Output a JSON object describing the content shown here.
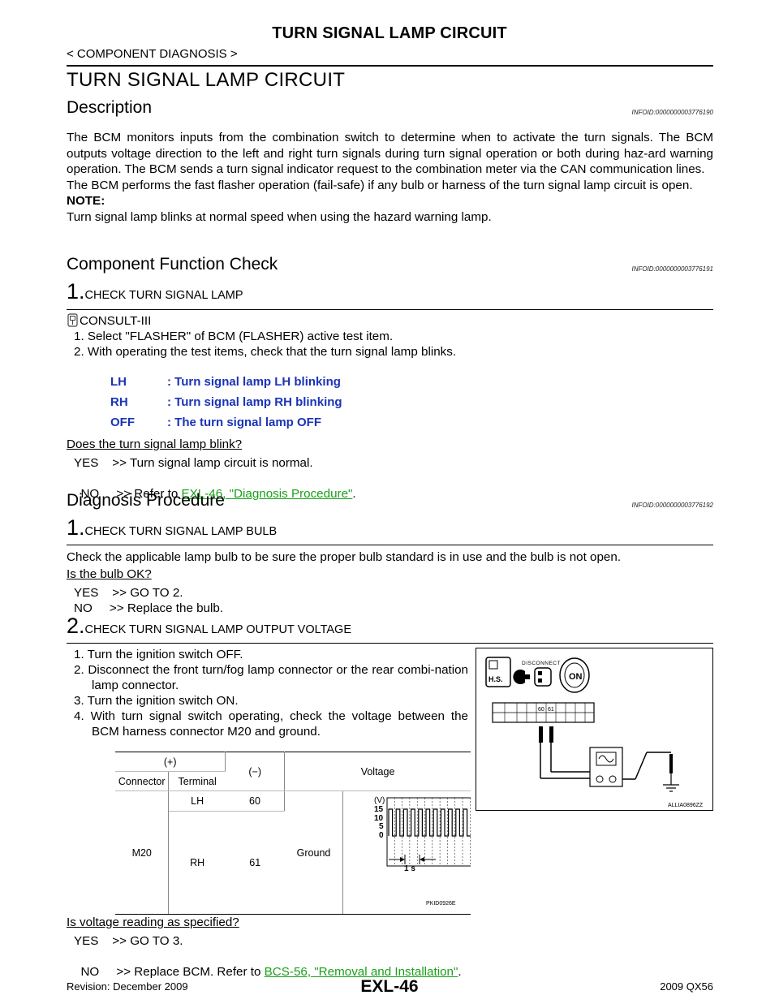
{
  "header": {
    "title": "TURN SIGNAL LAMP CIRCUIT",
    "breadcrumb": "< COMPONENT DIAGNOSIS >",
    "page_heading": "TURN SIGNAL LAMP CIRCUIT"
  },
  "description": {
    "title": "Description",
    "infoid": "INFOID:0000000003776190",
    "para1": "The BCM monitors inputs from the combination switch to determine when to activate the turn signals. The BCM outputs voltage direction to the left and right turn signals during turn signal operation or both during haz-ard warning operation. The BCM sends a turn signal indicator request to the combination meter via the CAN communication lines.",
    "para2": "The BCM performs the fast flasher operation (fail-safe) if any bulb or harness of the turn signal lamp circuit is open.",
    "note_label": "NOTE:",
    "note_text": "Turn signal lamp blinks at normal speed when using the hazard warning lamp."
  },
  "component_check": {
    "title": "Component Function Check",
    "infoid": "INFOID:0000000003776191",
    "step_num": "1.",
    "step_title": "CHECK TURN SIGNAL LAMP",
    "tool": "CONSULT-III",
    "items": [
      "1.  Select \"FLASHER\" of BCM (FLASHER) active test item.",
      "2.  With operating the test items, check that the turn signal lamp blinks."
    ],
    "results": [
      {
        "key": "LH",
        "value": ": Turn signal lamp LH blinking"
      },
      {
        "key": "RH",
        "value": ": Turn signal lamp RH blinking"
      },
      {
        "key": "OFF",
        "value": ": The turn signal lamp OFF"
      }
    ],
    "question": "Does the turn signal lamp blink?",
    "yes": "YES    >> Turn signal lamp circuit is normal.",
    "no_prefix": "NO     >> Refer to ",
    "no_link": "EXL-46, \"Diagnosis Procedure\"",
    "no_suffix": "."
  },
  "diagnosis": {
    "title": "Diagnosis Procedure",
    "infoid": "INFOID:0000000003776192",
    "step1": {
      "num": "1.",
      "title": "CHECK TURN SIGNAL LAMP BULB",
      "text": "Check the applicable lamp bulb to be sure the proper bulb standard is in use and the bulb is not open.",
      "question": "Is the bulb OK?",
      "yes": "YES    >> GO TO 2.",
      "no": "NO     >> Replace the bulb."
    },
    "step2": {
      "num": "2.",
      "title": "CHECK TURN SIGNAL LAMP OUTPUT VOLTAGE",
      "items": [
        "1.  Turn the ignition switch OFF.",
        "2.  Disconnect the front turn/fog lamp connector or the rear combi-nation lamp connector.",
        "3.  Turn the ignition switch ON.",
        "4.  With turn signal switch operating, check the voltage between the BCM harness connector M20 and ground."
      ],
      "table": {
        "plus": "(+)",
        "minus": "(−)",
        "voltage": "Voltage",
        "connector_h": "Connector",
        "terminal_h": "Terminal",
        "connector": "M20",
        "rows": [
          {
            "side": "LH",
            "terminal": "60"
          },
          {
            "side": "RH",
            "terminal": "61"
          }
        ],
        "ground": "Ground"
      },
      "waveform": {
        "unit": "(V)",
        "ticks": [
          "15",
          "10",
          "5",
          "0"
        ],
        "period": "1 s",
        "code": "PKID0926E"
      },
      "figure": {
        "hs": "H.S.",
        "disconnect": "DISCONNECT",
        "on": "ON",
        "pin_a": "60",
        "pin_b": "61",
        "code": "ALLIA0896ZZ"
      },
      "question": "Is voltage reading as specified?",
      "yes": "YES    >> GO TO 3.",
      "no_prefix": "NO     >> Replace BCM. Refer to ",
      "no_link": "BCS-56, \"Removal and Installation\"",
      "no_suffix": "."
    }
  },
  "footer": {
    "revision": "Revision: December 2009",
    "page": "EXL-46",
    "model": "2009 QX56"
  }
}
